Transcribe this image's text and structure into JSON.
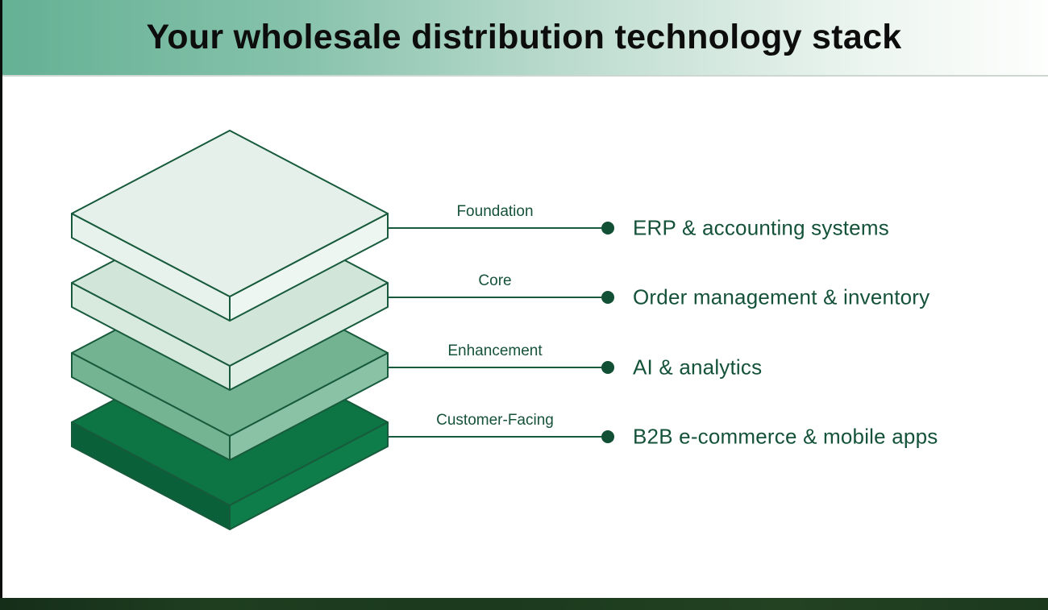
{
  "title": "Your wholesale distribution technology stack",
  "stack": {
    "layers": [
      {
        "tier": "Foundation",
        "item": "ERP & accounting systems",
        "color_top": "#e4f0e9",
        "color_left": "#e8f2ec",
        "color_right": "#edf6f1"
      },
      {
        "tier": "Core",
        "item": "Order management & inventory",
        "color_top": "#d1e5d8",
        "color_left": "#d8e9de",
        "color_right": "#dfeee5"
      },
      {
        "tier": "Enhancement",
        "item": "AI & analytics",
        "color_top": "#73b391",
        "color_left": "#74b492",
        "color_right": "#8ac2a6"
      },
      {
        "tier": "Customer-Facing",
        "item": "B2B e-commerce & mobile apps",
        "color_top": "#0d7544",
        "color_left": "#0a6039",
        "color_right": "#0f7d49"
      }
    ]
  },
  "connector": {
    "line_color": "#175a3c",
    "dot_color": "#115035"
  },
  "colors": {
    "header_gradient_start": "#64b194",
    "header_gradient_end": "#fdfefd",
    "outline": "#175a3c",
    "title_color": "#0d0d0d",
    "text_green": "#15523a",
    "left_stripe": "#0b0e0b",
    "footer_bar": "#1d3b1f",
    "background": "#ffffff"
  }
}
